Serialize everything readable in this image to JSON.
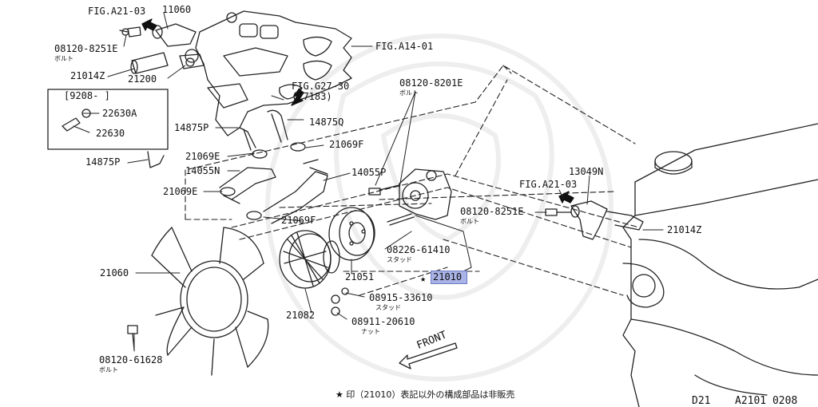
{
  "labels": {
    "fig_a21_03_top": "FIG.A21-03",
    "p11060": "11060",
    "p08120_8251e_top": "08120-8251E",
    "bolt_top": "ボルト",
    "p21014z_left": "21014Z",
    "p21200": "21200",
    "fig_a14_01": "FIG.A14-01",
    "fig_g27_30": "FIG.G27-30",
    "p27183": "(27183)",
    "p08120_8201e": "08120-8201E",
    "bolt_mid": "ボルト",
    "bracket_range": "[9208-     ]",
    "p22630a": "22630A",
    "p22630": "22630",
    "p14875p_upper": "14875P",
    "p14875q": "14875Q",
    "p21069f_upper": "21069F",
    "p21069e_upper": "21069E",
    "p14875p_lower": "14875P",
    "p14055n": "14055N",
    "p14055p": "14055P",
    "p21069e_lower": "21069E",
    "p21069f_lower": "21069F",
    "p13049n": "13049N",
    "fig_a21_03_right": "FIG.A21-03",
    "p08120_8251e_right": "08120-8251E",
    "bolt_right": "ボルト",
    "p21014z_right": "21014Z",
    "p21060": "21060",
    "p08226_61410": "08226-61410",
    "stud_1": "スタッド",
    "p21010": "21010",
    "p21051": "21051",
    "p08915_33610": "08915-33610",
    "stud_2": "スタッド",
    "p21082": "21082",
    "p08911_20610": "08911-20610",
    "nut": "ナット",
    "p08120_61628": "08120-61628",
    "bolt_bottom": "ボルト",
    "front": "FRONT"
  },
  "highlight_color": "#a9b3e6",
  "star_symbol": "★",
  "footer": {
    "note": "★ 印（21010）表記以外の構成部品は非販売",
    "page_code": "D21",
    "ref_code": "A2101 0208"
  }
}
